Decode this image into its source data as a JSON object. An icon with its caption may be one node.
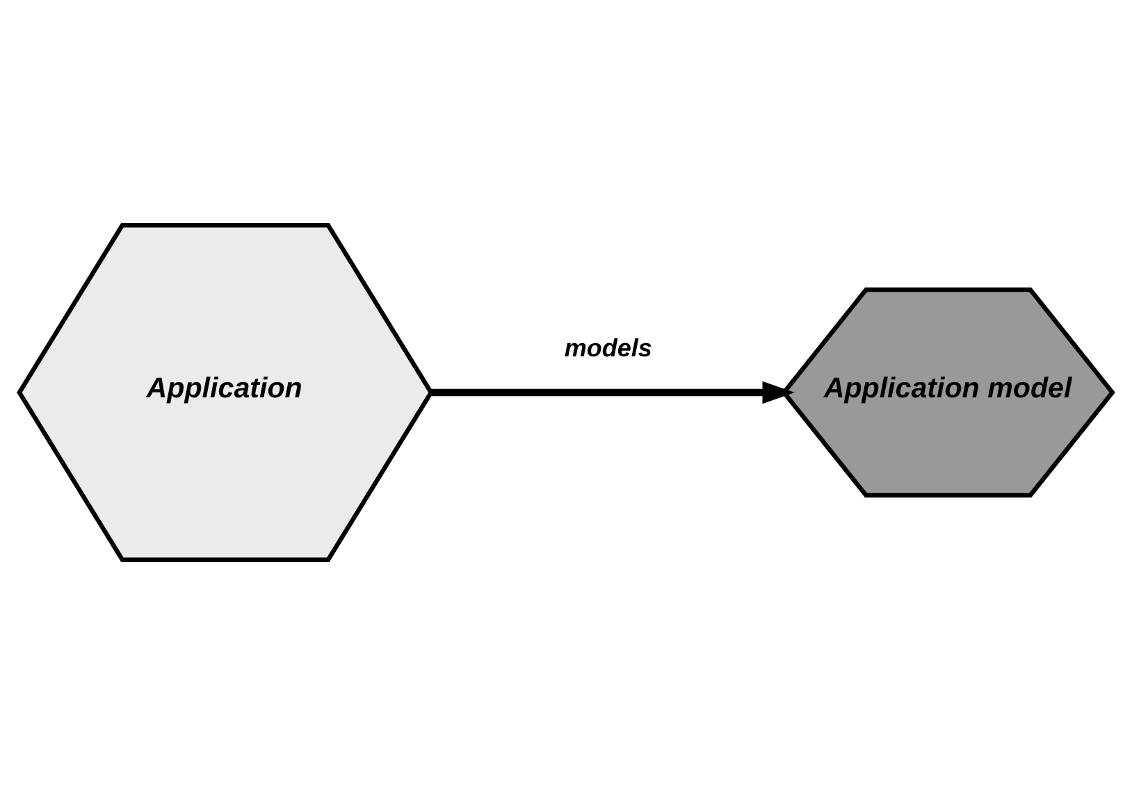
{
  "diagram": {
    "nodes": [
      {
        "text": [
          "Application"
        ]
      },
      {
        "text": [
          "Application model"
        ]
      }
    ],
    "edges": [
      {
        "from": 0,
        "to": 1,
        "arrow": "to",
        "label": "models"
      }
    ]
  }
}
